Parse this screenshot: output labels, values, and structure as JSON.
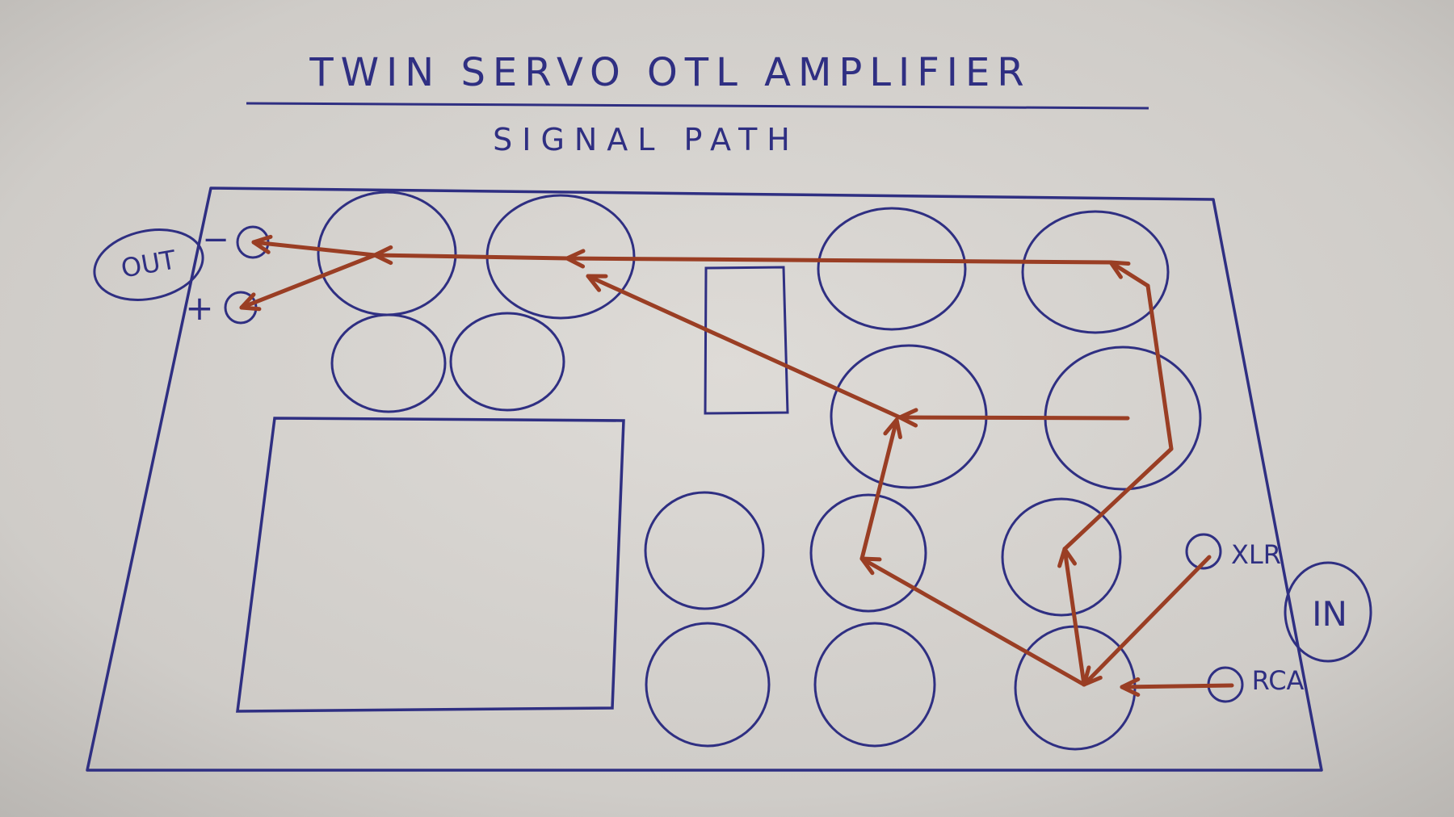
{
  "title": "TWIN SERVO OTL AMPLIFIER",
  "subtitle": "SIGNAL PATH",
  "labels": {
    "output": "OUT",
    "input": "IN",
    "xlr": "XLR",
    "rca": "RCA",
    "minus": "−",
    "plus": "+"
  },
  "colors": {
    "paper": "#cdcac6",
    "ink": "#2f2f82",
    "signal_path": "#9a3e24"
  }
}
